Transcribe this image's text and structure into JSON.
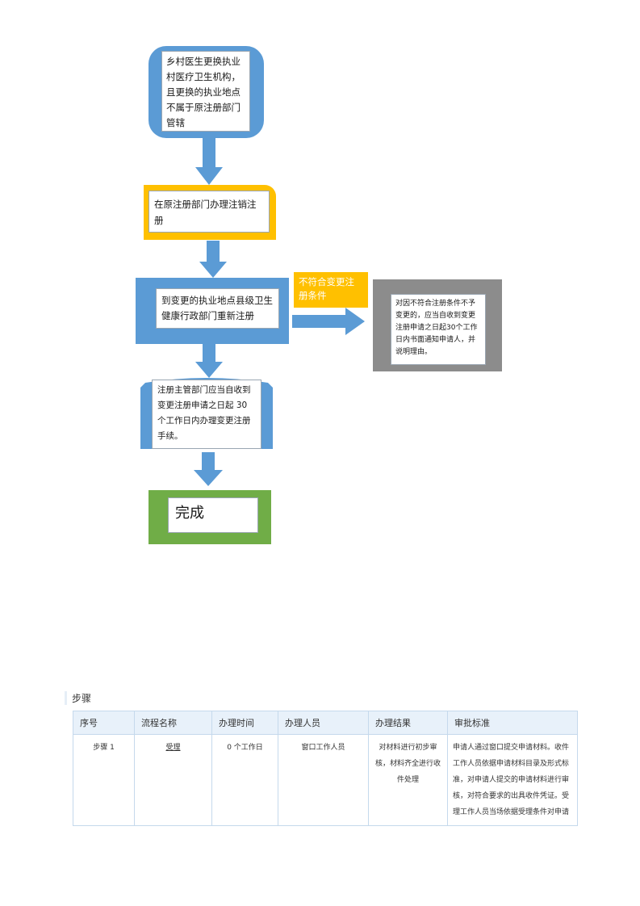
{
  "flowchart": {
    "box1_text": "乡村医生更换执业村医疗卫生机构，且更换的执业地点不属于原注册部门管辖",
    "box2_text": "在原注册部门办理注销注册",
    "box3_text": "到变更的执业地点县级卫生健康行政部门重新注册",
    "condition_label": "不符合变更注册条件",
    "reject_text": "对因不符合注册条件不予变更的，应当自收到变更注册申请之日起30个工作日内书面通知申请人，并说明理由。",
    "box4_text": "注册主管部门应当自收到变更注册申请之日起 30 个工作日内办理变更注册手续。",
    "finish_text": "完成"
  },
  "steps_section": {
    "title": "步骤",
    "headers": [
      "序号",
      "流程名称",
      "办理时间",
      "办理人员",
      "办理结果",
      "审批标准"
    ],
    "rows": [
      {
        "no": "步骤 1",
        "name": "受理",
        "time": "0 个工作日",
        "staff": "窗口工作人员",
        "result": "对材料进行初步审核，材料齐全进行收件处理",
        "standard": "申请人通过窗口提交申请材料。收件工作人员依据申请材料目录及形式标准，对申请人提交的申请材料进行审核，对符合要求的出具收件凭证。受理工作人员当场依据受理条件对申请"
      }
    ]
  }
}
